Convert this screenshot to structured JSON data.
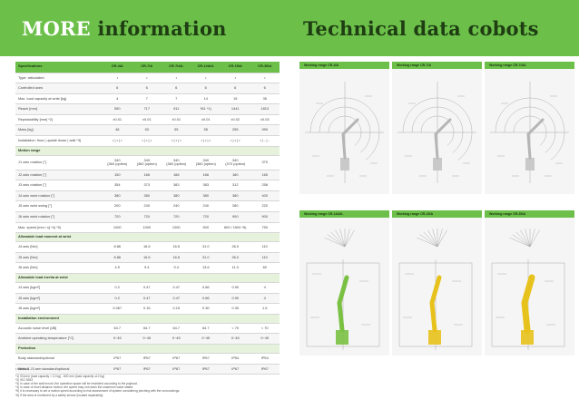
{
  "header": {
    "left_accent": "MORE",
    "left_main": " information",
    "right": "Technical data cobots"
  },
  "table": {
    "columns": [
      "Specifications",
      "CR-4iA",
      "CR-7iA",
      "CR-7iA/L",
      "CR-14iA/L",
      "CR-15iA",
      "CR-35iA"
    ],
    "rows": [
      {
        "type": "row",
        "cells": [
          "Type: articulated",
          "•",
          "•",
          "•",
          "•",
          "•",
          "•"
        ]
      },
      {
        "type": "row",
        "cells": [
          "Controlled axes",
          "6",
          "6",
          "6",
          "6",
          "6",
          "6"
        ]
      },
      {
        "type": "row",
        "cells": [
          "Max. load capacity at wrist [kg]",
          "4",
          "7",
          "7",
          "14",
          "15",
          "35"
        ]
      },
      {
        "type": "row",
        "cells": [
          "Reach [mm]",
          "550",
          "717",
          "911",
          "911 *1)",
          "1441",
          "1813"
        ]
      },
      {
        "type": "row",
        "cells": [
          "Repeatability [mm] *2)",
          "±0.01",
          "±0.01",
          "±0.01",
          "±0.01",
          "±0.02",
          "±0.03"
        ]
      },
      {
        "type": "row",
        "cells": [
          "Mass [kg]",
          "48",
          "53",
          "55",
          "55",
          "255",
          "990"
        ]
      },
      {
        "type": "row",
        "cells": [
          "Installation: floor | upside down | wall *3)",
          "• | • | •",
          "• | • | •",
          "• | • | •",
          "• | • | •",
          "• | • | •",
          "• | - | -"
        ]
      },
      {
        "type": "section",
        "cells": [
          "Motion range"
        ]
      },
      {
        "type": "tall",
        "cells": [
          "J1 axis rotation [°]",
          "340\n(360 (option)",
          "340\n(360 (option)",
          "340\n(360 (option)",
          "340\n(360 (option)",
          "340\n(370 (option)",
          "370"
        ]
      },
      {
        "type": "row",
        "cells": [
          "J2 axis rotation [°]",
          "150",
          "166",
          "166",
          "166",
          "180",
          "165"
        ]
      },
      {
        "type": "row",
        "cells": [
          "J3 axis rotation [°]",
          "354",
          "373",
          "383",
          "383",
          "312",
          "258"
        ]
      },
      {
        "type": "row",
        "cells": [
          "J4 axis wrist rotation [°]",
          "380",
          "380",
          "380",
          "380",
          "380",
          "400"
        ]
      },
      {
        "type": "row",
        "cells": [
          "J5 axis wrist swing [°]",
          "200",
          "240",
          "240",
          "240",
          "280",
          "220"
        ]
      },
      {
        "type": "row",
        "cells": [
          "J6 axis wrist rotation [°]",
          "720",
          "720",
          "720",
          "720",
          "900",
          "900"
        ]
      },
      {
        "type": "row",
        "cells": [
          "Max. speed [mm / s] *4) *5)",
          "1000",
          "1000",
          "1000",
          "500",
          "800 / 1500 *6)",
          "750"
        ]
      },
      {
        "type": "section",
        "cells": [
          "Allowable load moment at wrist"
        ]
      },
      {
        "type": "row",
        "cells": [
          "J4 axis [Nm]",
          "8.86",
          "16.6",
          "16.6",
          "31.0",
          "26.0",
          "110"
        ]
      },
      {
        "type": "row",
        "cells": [
          "J5 axis [Nm]",
          "8.86",
          "16.6",
          "16.6",
          "31.0",
          "26.0",
          "110"
        ]
      },
      {
        "type": "row",
        "cells": [
          "J6 axis [Nm]",
          "4.9",
          "9.4",
          "9.4",
          "13.6",
          "11.0",
          "60"
        ]
      },
      {
        "type": "section",
        "cells": [
          "Allowable load inertia at wrist"
        ]
      },
      {
        "type": "row",
        "cells": [
          "J4 axis [kgm²]",
          "0.2",
          "0.47",
          "0.47",
          "0.66",
          "0.90",
          "4"
        ]
      },
      {
        "type": "row",
        "cells": [
          "J5 axis [kgm²]",
          "0.2",
          "0.47",
          "0.47",
          "0.66",
          "0.90",
          "4"
        ]
      },
      {
        "type": "row",
        "cells": [
          "J6 axis [kgm²]",
          "0.067",
          "0.15",
          "0.15",
          "0.30",
          "0.30",
          "1.5"
        ]
      },
      {
        "type": "section",
        "cells": [
          "Installation environment"
        ]
      },
      {
        "type": "row",
        "cells": [
          "Acoustic noise level [dB]",
          "64.7",
          "64.7",
          "64.7",
          "64.7",
          "< 70",
          "< 70"
        ]
      },
      {
        "type": "row",
        "cells": [
          "Ambient operating temperature [°C]",
          "0~45",
          "0~45",
          "0~45",
          "0~45",
          "0~45",
          "0~45"
        ]
      },
      {
        "type": "section",
        "cells": [
          "Protection"
        ]
      },
      {
        "type": "row",
        "cells": [
          "Body standard/optional",
          "IP67",
          "IP67",
          "IP67",
          "IP67",
          "IP54",
          "IP54"
        ]
      },
      {
        "type": "row",
        "cells": [
          "Wrist & J3 arm standard/optional",
          "IP67",
          "IP67",
          "IP67",
          "IP67",
          "IP67",
          "IP67"
        ]
      }
    ]
  },
  "footnotes": {
    "standard": "• standard",
    "notes": [
      "*1) 911mm (load capacity > 12 kg) - 820 mm (load capacity ≤12 kg)",
      "*2) ISO 9283",
      "*3) In case of the wall mount, the operation space will be restricted according to the payload.",
      "*4) In case of short distance motion, the speed may not reach the maximum value stated.",
      "*5) It is necessary to set a motion speed according to risk assessment of system considering pinching with the surroundings.",
      "*6) If the area is monitored by a safety sensor (located separately)."
    ]
  },
  "panels": [
    {
      "title": "Working range CR-4iA"
    },
    {
      "title": "Working range CR-7iA"
    },
    {
      "title": "Working range CR-7iA/L"
    },
    {
      "title": "Working range CR-14iA/L"
    },
    {
      "title": "Working range CR-15iA"
    },
    {
      "title": "Working range CR-35iA"
    }
  ],
  "colors": {
    "brand_green": "#6cc04a",
    "dark_green": "#1e3d12",
    "robot_green": "#7ac143",
    "robot_yellow": "#e8c21c"
  }
}
